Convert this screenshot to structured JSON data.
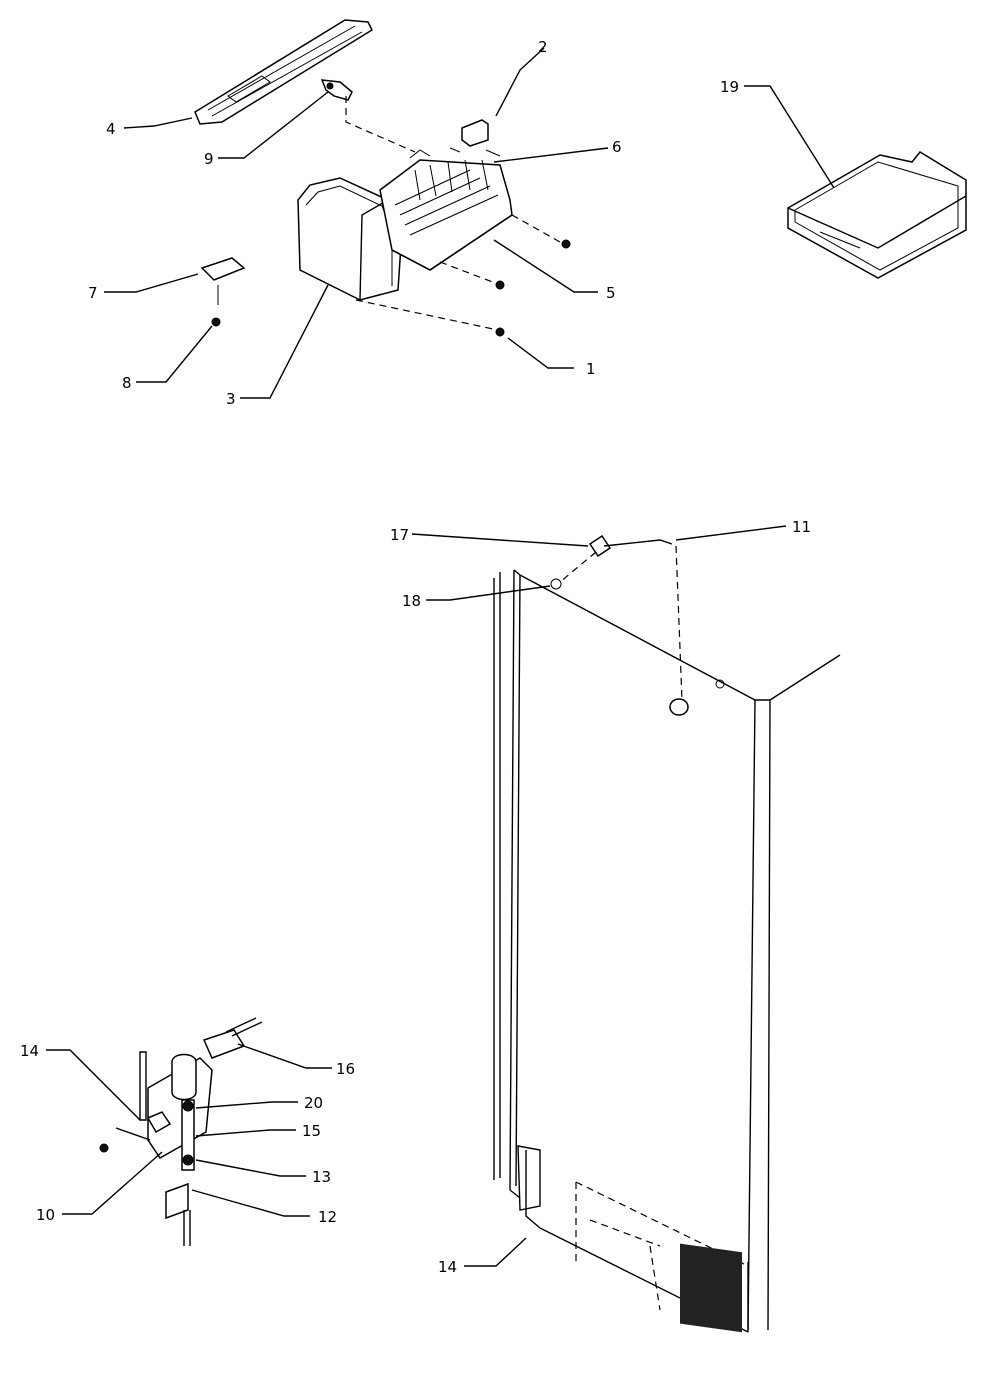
{
  "diagram": {
    "type": "exploded-parts-view",
    "callouts": [
      {
        "id": "c1",
        "label": "1"
      },
      {
        "id": "c2",
        "label": "2"
      },
      {
        "id": "c3",
        "label": "3"
      },
      {
        "id": "c4",
        "label": "4"
      },
      {
        "id": "c5",
        "label": "5"
      },
      {
        "id": "c6",
        "label": "6"
      },
      {
        "id": "c7",
        "label": "7"
      },
      {
        "id": "c8",
        "label": "8"
      },
      {
        "id": "c9",
        "label": "9"
      },
      {
        "id": "c10",
        "label": "10"
      },
      {
        "id": "c11",
        "label": "11"
      },
      {
        "id": "c12",
        "label": "12"
      },
      {
        "id": "c13",
        "label": "13"
      },
      {
        "id": "c14a",
        "label": "14"
      },
      {
        "id": "c14b",
        "label": "14"
      },
      {
        "id": "c15",
        "label": "15"
      },
      {
        "id": "c16",
        "label": "16"
      },
      {
        "id": "c17",
        "label": "17"
      },
      {
        "id": "c18",
        "label": "18"
      },
      {
        "id": "c19",
        "label": "19"
      },
      {
        "id": "c20",
        "label": "20"
      }
    ]
  }
}
